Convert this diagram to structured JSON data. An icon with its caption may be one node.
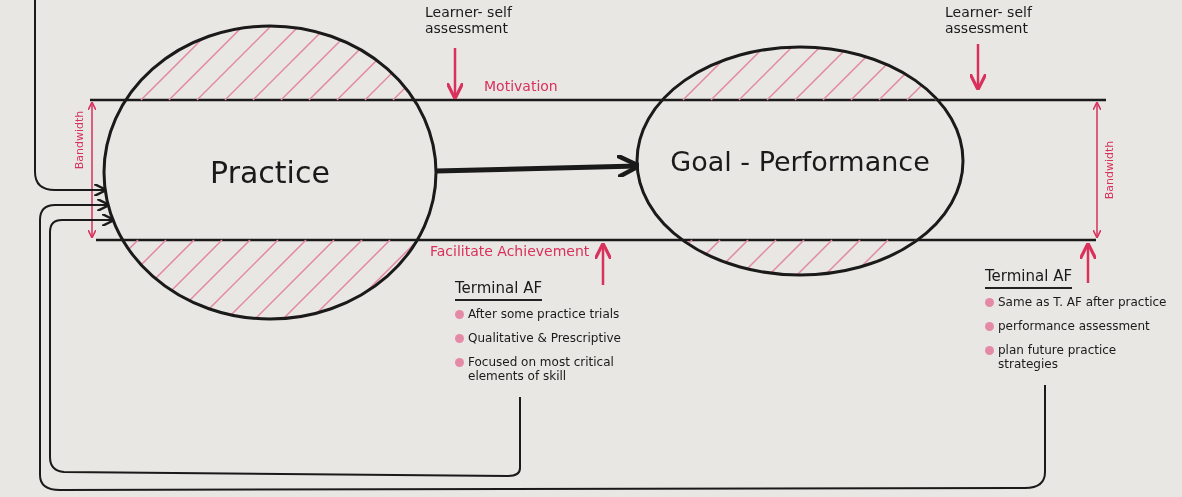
{
  "diagram": {
    "nodes": [
      {
        "text": [
          "Practice"
        ]
      },
      {
        "text": [
          "Goal - Performance"
        ]
      },
      {
        "text": [
          "Terminal AF",
          "After some practice trials",
          "Qualitative & Prescriptive",
          "Focused on most critical elements of skill"
        ]
      },
      {
        "text": [
          "Terminal AF",
          "Same as T. AF after practice",
          "performance assessment",
          "plan future practice strategies"
        ]
      }
    ],
    "edges": [
      {
        "from": null,
        "to": 0,
        "arrow": "to"
      },
      {
        "from": 0,
        "to": 1,
        "arrow": "to",
        "style": "thick"
      },
      {
        "from": 3,
        "to": 0,
        "arrow": "to"
      },
      {
        "from": 2,
        "to": 0,
        "arrow": "to"
      }
    ],
    "labels": [
      "Learner- self assessment",
      "Learner- self assessment",
      "Motivation",
      "Bandwidth",
      "Bandwidth",
      "Facilitate Achievement"
    ]
  }
}
